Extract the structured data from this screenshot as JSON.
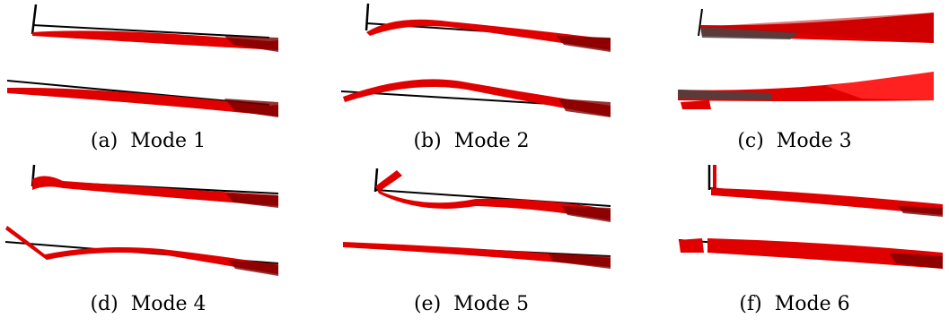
{
  "figure": {
    "panels": [
      {
        "tag": "(a)",
        "label": "Mode 1"
      },
      {
        "tag": "(b)",
        "label": "Mode 2"
      },
      {
        "tag": "(c)",
        "label": "Mode 3"
      },
      {
        "tag": "(d)",
        "label": "Mode 4"
      },
      {
        "tag": "(e)",
        "label": "Mode 5"
      },
      {
        "tag": "(f)",
        "label": "Mode 6"
      }
    ],
    "colors": {
      "undeformed": "#000000",
      "deformed": "#ff0000",
      "deformed_dark": "#cc0000"
    }
  }
}
